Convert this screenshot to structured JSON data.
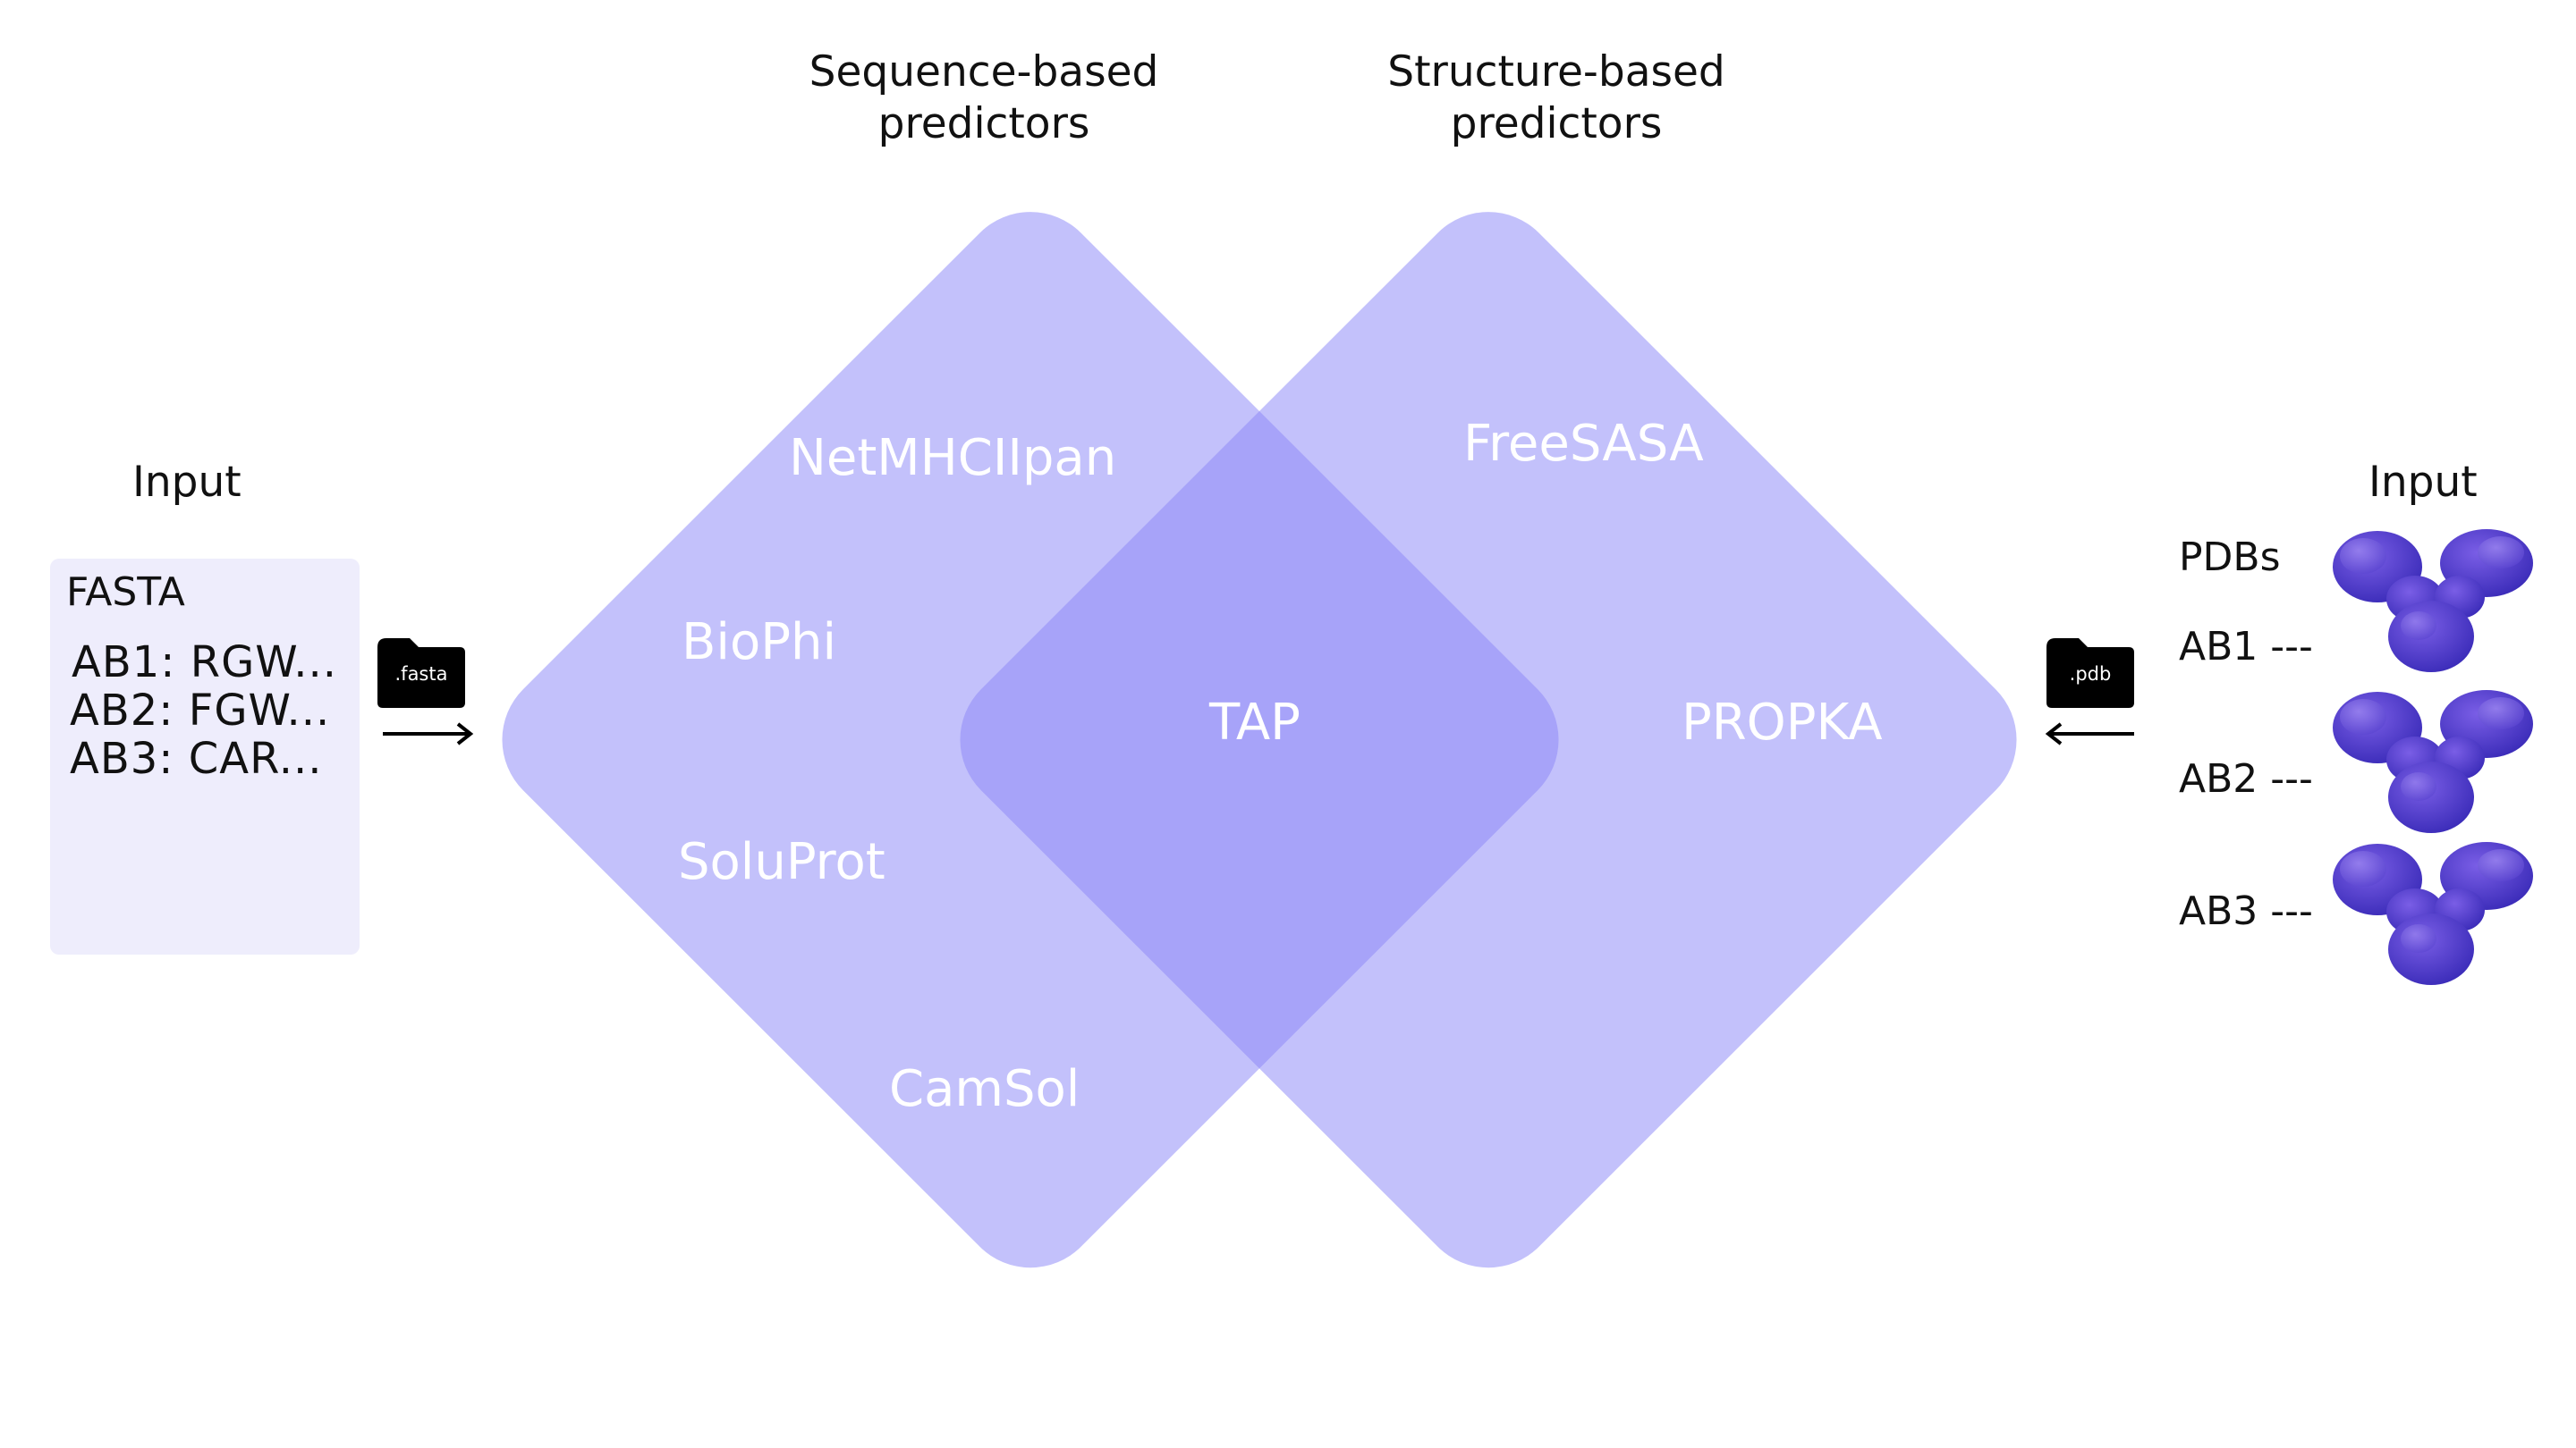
{
  "diagram": {
    "colors": {
      "diamond": "#c3c1fb",
      "overlap": "#a7a3f9",
      "fasta_box": "#eeedfc",
      "protein_dark": "#3a2bb8",
      "protein_light": "#7a5ee6"
    },
    "titles": {
      "sequence_line1": "Sequence-based",
      "sequence_line2": "predictors",
      "structure_line1": "Structure-based",
      "structure_line2": "predictors"
    },
    "left_input": {
      "label": "Input",
      "box_heading": "FASTA",
      "sequences": [
        "AB1: RGW...",
        "AB2: FGW...",
        "AB3: CAR..."
      ],
      "folder_label": ".fasta"
    },
    "sequence_tools": [
      "NetMHCIIpan",
      "BioPhi",
      "SoluProt",
      "CamSol"
    ],
    "shared_tool": "TAP",
    "structure_tools": [
      "FreeSASA",
      "PROPKA"
    ],
    "right_input": {
      "label": "Input",
      "heading": "PDBs",
      "antibodies": [
        "AB1 ---",
        "AB2 ---",
        "AB3 ---"
      ],
      "folder_label": ".pdb",
      "icon": "antibody-structure-icon"
    }
  }
}
